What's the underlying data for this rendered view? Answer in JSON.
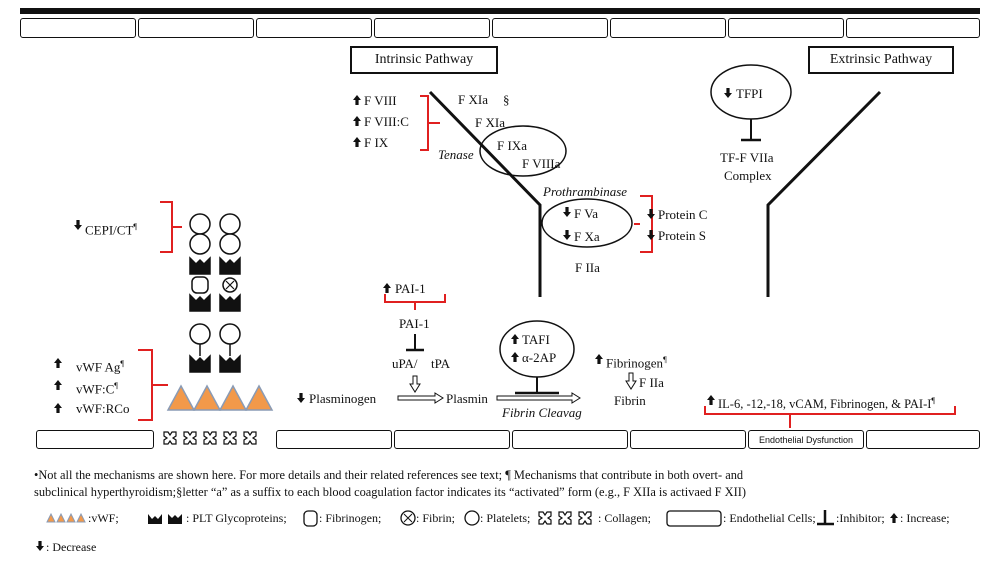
{
  "pathways": {
    "intrinsic": "Intrinsic Pathway",
    "extrinsic": "Extrinsic Pathway"
  },
  "intrinsic_labels": {
    "fxia": "F XIa",
    "section": "§",
    "fxia2": "F XIa",
    "tenase": "Tenase",
    "fixa": "F IXa",
    "fviiia": "F VIIIa",
    "prothrombinase": "Prothrambinase",
    "fva": "F Va",
    "fxa": "F Xa",
    "fiia": "F IIa"
  },
  "left_factors": [
    "F VIII",
    "F VIII:C",
    "F IX"
  ],
  "protein_labels": [
    "Protein C",
    "Protein S"
  ],
  "extrinsic_labels": {
    "tfpi": "TFPI",
    "complex_line1": "TF-F VIIa",
    "complex_line2": "Complex"
  },
  "platelet": {
    "cepi": "CEPI/CT",
    "cepi_mark": "¶",
    "vwf": [
      "vWF Ag",
      "vWF:C",
      "vWF:RCo"
    ],
    "vwf_marks": [
      "¶",
      "¶",
      ""
    ]
  },
  "fibrinolysis": {
    "pai1_top": "PAI-1",
    "pai1_mid": "PAI-1",
    "upa": "uPA/",
    "tpa": "tPA",
    "plasminogen": "Plasminogen",
    "plasmin": "Plasmin",
    "tafi": "TAFI",
    "a2ap": "α-2AP",
    "fibrin_cleavage": "Fibrin Cleavag",
    "fibrinogen": "Fibrinogen",
    "fibrinogen_mark": "¶",
    "fiia": "F IIa",
    "fibrin": "Fibrin"
  },
  "endothelial": {
    "markers": "IL-6, -12,-18, vCAM, Fibrinogen, & PAI-I",
    "markers_mark": "¶",
    "dysfunction": "Endothelial Dysfunction"
  },
  "footnote": {
    "line1": "•Not all the mechanisms are shown here. For more details and their related references see text; ¶ Mechanisms that contribute in both overt- and",
    "line2": "subclinical hyperthyroidism;§letter “a” as a suffix to each blood coagulation factor indicates its “activated” form (e.g., F XIIa is activaed F XII)"
  },
  "legend": {
    "vwf": ":vWF;",
    "plt": ": PLT Glycoproteins;",
    "fibrinogen": ": Fibrinogen;",
    "fibrin": ": Fibrin;",
    "platelets": ": Platelets;",
    "collagen": ": Collagen;",
    "endothelial": ": Endothelial Cells;",
    "inhibitor": ":Inhibitor;",
    "increase": ": Increase;",
    "decrease": ": Decrease"
  },
  "colors": {
    "bracket": "#e02020",
    "vwf_triangle": "#f2994a",
    "ink": "#111111"
  },
  "icons": {
    "increase": "thick-up-arrow",
    "decrease": "thick-down-arrow",
    "inhibitor": "t-bar",
    "collagen": "x-cross"
  }
}
